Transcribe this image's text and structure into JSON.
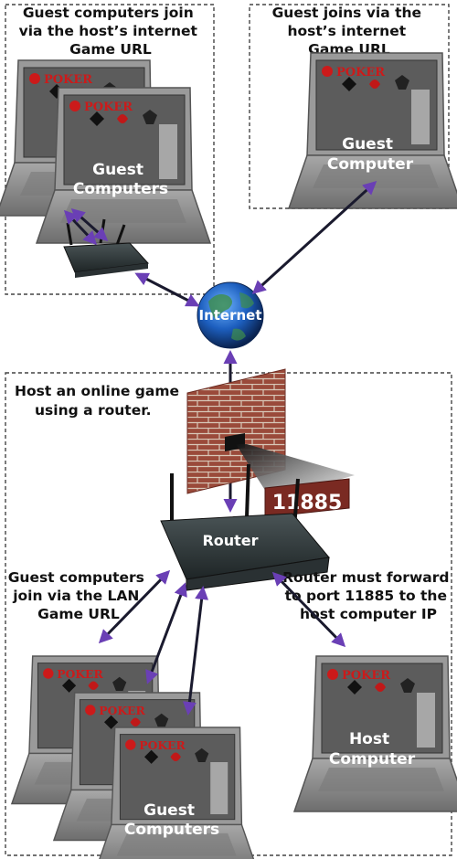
{
  "colors": {
    "arrow": "#1a1a2e",
    "arrowhead": "#6a3fb5",
    "brick": "#9a4a3a",
    "port_box": "#7a2a22",
    "laptop_body": "#8e8e8e",
    "screen_bg": "#5a5a5a"
  },
  "icons": [
    "laptop-icon",
    "router-icon",
    "globe-icon",
    "firewall-icon",
    "poker-logo-icon"
  ],
  "top_left": {
    "caption_lines": [
      "Guest computers join",
      "via the host’s internet",
      "Game URL"
    ],
    "laptop_label_lines": [
      "Guest",
      "Computers"
    ]
  },
  "top_right": {
    "caption_lines": [
      "Guest joins via the",
      "host’s internet",
      "Game URL"
    ],
    "laptop_label_lines": [
      "Guest",
      "Computer"
    ]
  },
  "internet": {
    "label": "Internet"
  },
  "host_area": {
    "caption_lines": [
      "Host an online game",
      "using a router."
    ],
    "port": "11885",
    "router_label": "Router",
    "lan_note_lines": [
      "Guest computers",
      "join via the LAN",
      "Game URL"
    ],
    "forward_note_lines": [
      "Router must forward",
      "to port 11885 to the",
      "host computer IP"
    ],
    "guest_label_lines": [
      "Guest",
      "Computers"
    ],
    "host_label_lines": [
      "Host",
      "Computer"
    ]
  },
  "laptop_screen_logo": "POKER"
}
